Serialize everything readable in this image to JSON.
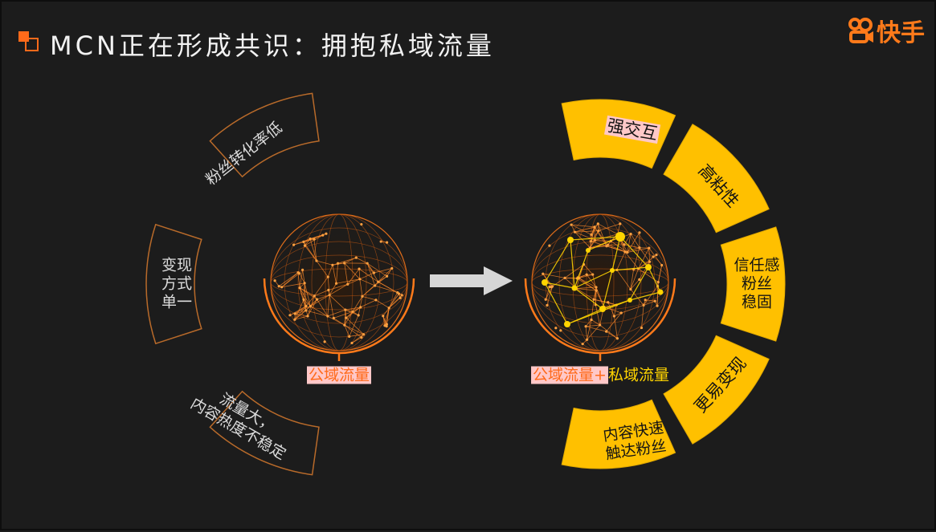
{
  "title": "MCN正在形成共识：拥抱私域流量",
  "brand": {
    "name": "快手",
    "logo_icon": "kuaishou-logo-icon",
    "color": "#ff7a1a"
  },
  "colors": {
    "background": "#1c1c1c",
    "accent_orange": "#ff7a1a",
    "segment_yellow": "#ffc000",
    "highlight_pink": "#ffc8c8"
  },
  "left": {
    "caption": "公域流量",
    "segments": [
      "粉丝转化率低",
      "变现\n方式\n单一",
      "流量大，\n内容热度不稳定"
    ]
  },
  "right": {
    "caption_public": "公域流量+",
    "caption_private": "私域流量",
    "segments": [
      "强交互",
      "高粘性",
      "信任感\n粉丝\n稳固",
      "更易变现",
      "内容快速\n触达粉丝"
    ]
  },
  "arrow_icon": "right-arrow-icon"
}
